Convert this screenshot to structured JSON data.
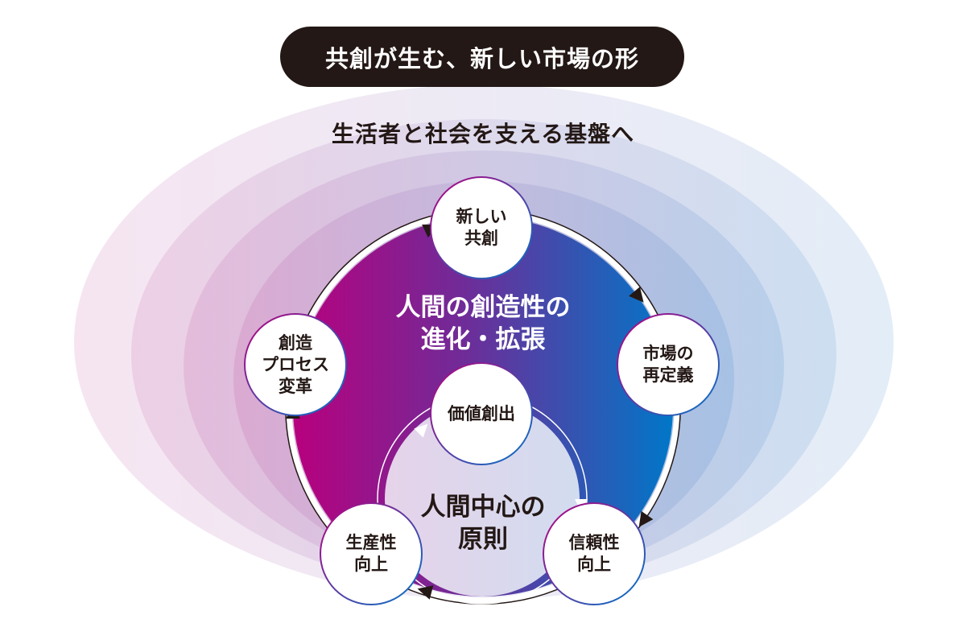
{
  "title": "共創が生む、新しい市場の形",
  "subtitle": "生活者と社会を支える基盤へ",
  "outer_cycle": {
    "label_line1": "人間の創造性の",
    "label_line2": "進化・拡張",
    "nodes": [
      {
        "line1": "新しい",
        "line2": "共創"
      },
      {
        "line1": "市場の",
        "line2": "再定義"
      },
      {
        "line1": "信頼性",
        "line2": "向上"
      },
      {
        "line1": "生産性",
        "line2": "向上"
      },
      {
        "line1": "創造",
        "line2": "プロセス",
        "line3": "変革"
      }
    ]
  },
  "inner_cycle": {
    "label_line1": "人間中心の",
    "label_line2": "原則",
    "node": "価値創出"
  },
  "colors": {
    "pink": "#b8007e",
    "purple": "#7a2a96",
    "blue": "#0077c8",
    "dark": "#231815"
  }
}
